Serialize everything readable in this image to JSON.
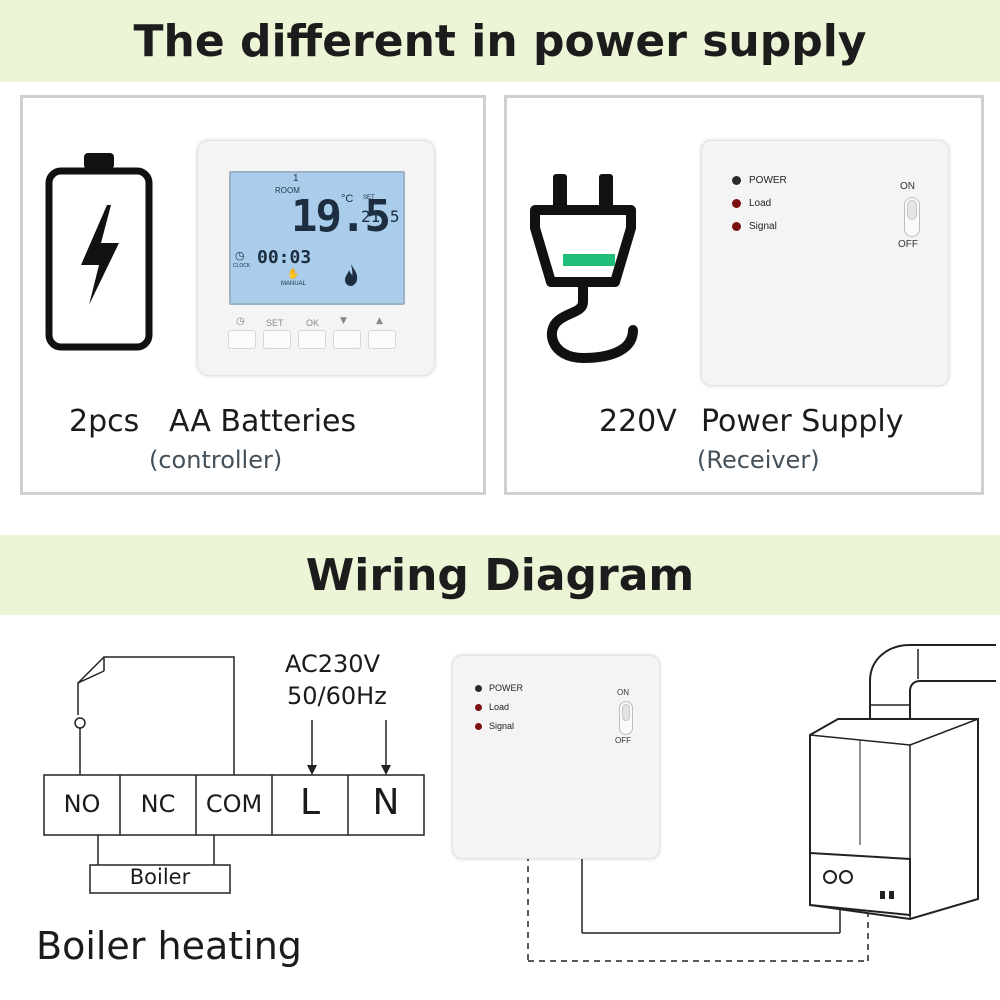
{
  "power_section": {
    "title": "The different in power supply",
    "controller": {
      "quantity": "2pcs",
      "power_type": "AA Batteries",
      "subtitle": "(controller)",
      "lcd": {
        "zone": "1",
        "room_label": "ROOM",
        "room_temp": "19.5",
        "unit": "°C",
        "set_label": "SET",
        "set_temp": "21.5",
        "time": "00:03",
        "clock_label": "CLOCK",
        "mode_label": "MANUAL"
      },
      "buttons": [
        {
          "label": "",
          "icon": "clock-icon"
        },
        {
          "label": "SET"
        },
        {
          "label": "OK"
        },
        {
          "label": "",
          "icon": "down-arrow-icon"
        },
        {
          "label": "",
          "icon": "up-arrow-icon"
        }
      ]
    },
    "receiver": {
      "voltage": "220V",
      "power_type": "Power Supply",
      "subtitle": "(Receiver)",
      "leds": [
        {
          "label": "POWER",
          "color": "#2b2b2b"
        },
        {
          "label": "Load",
          "color": "#7a1010"
        },
        {
          "label": "Signal",
          "color": "#7a1010"
        }
      ],
      "switch_on": "ON",
      "switch_off": "OFF"
    }
  },
  "wiring_section": {
    "title": "Wiring Diagram",
    "power_source_line1": "AC230V",
    "power_source_line2": "50/60Hz",
    "terminals": [
      "NO",
      "NC",
      "COM",
      "L",
      "N"
    ],
    "boiler_label": "Boiler",
    "caption": "Boiler heating",
    "receiver": {
      "leds": [
        {
          "label": "POWER",
          "color": "#2b2b2b"
        },
        {
          "label": "Load",
          "color": "#7a1010"
        },
        {
          "label": "Signal",
          "color": "#7a1010"
        }
      ],
      "switch_on": "ON",
      "switch_off": "OFF"
    }
  },
  "colors": {
    "banner_bg": "#ecf6d7",
    "panel_border": "#cfcfcf",
    "lcd_bg": "#a9cdeb",
    "plug_indicator": "#1fbf7a"
  }
}
